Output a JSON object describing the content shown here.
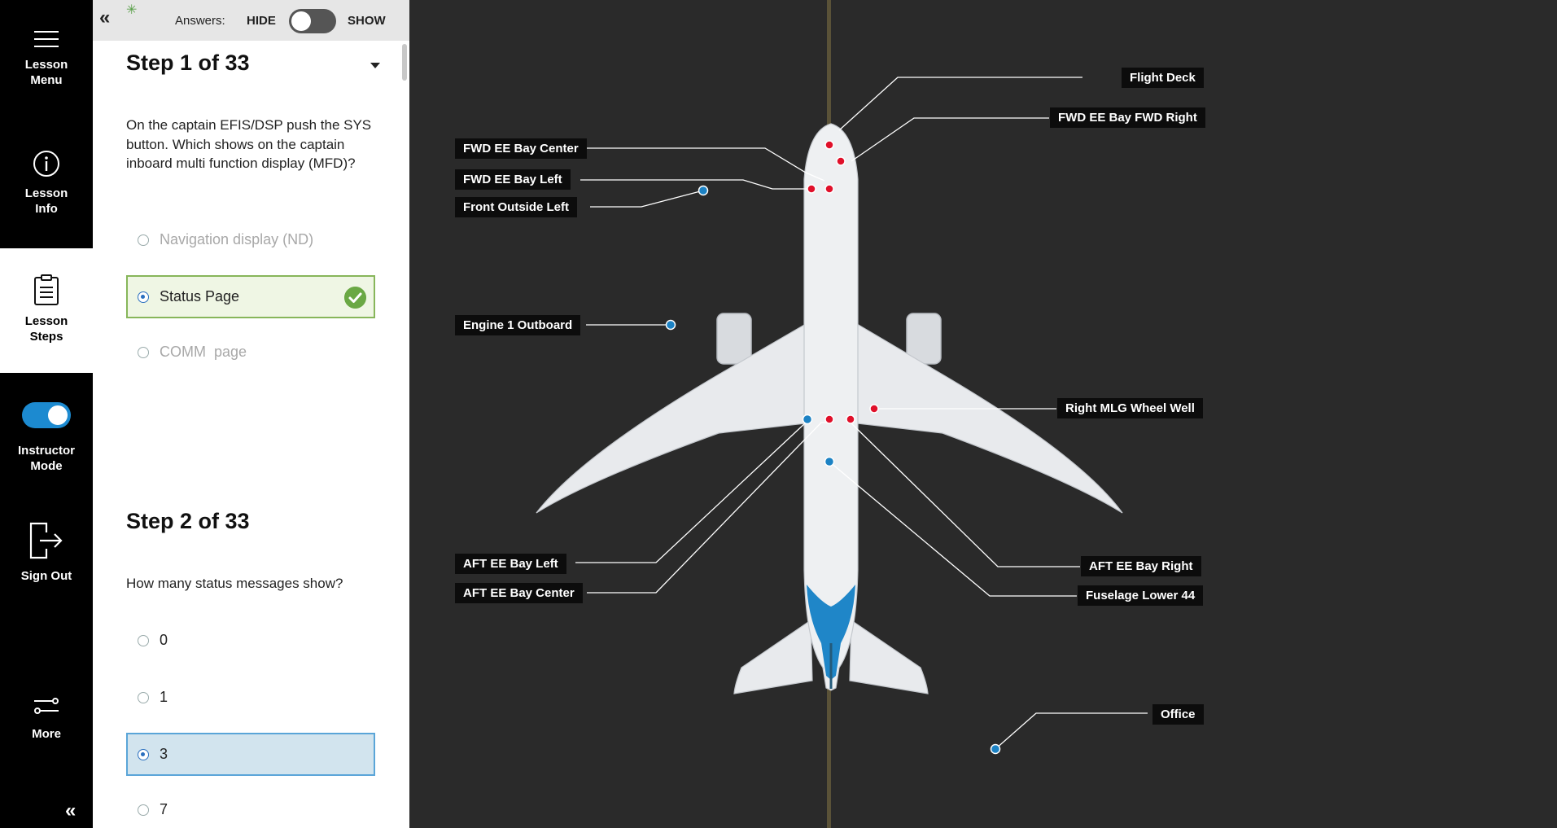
{
  "nav": {
    "menu_label": "Lesson\nMenu",
    "info_label": "Lesson\nInfo",
    "steps_label": "Lesson\nSteps",
    "instructor_label": "Instructor\nMode",
    "signout_label": "Sign Out",
    "more_label": "More",
    "collapse_glyph": "«",
    "instructor_mode_on": true
  },
  "topbar": {
    "collapse_glyph": "«",
    "answers_label": "Answers:",
    "hide_label": "HIDE",
    "show_label": "SHOW",
    "show_answers": false
  },
  "steps": [
    {
      "title": "Step 1 of 33",
      "question": "On the captain EFIS/DSP push the SYS button. Which shows on the captain inboard multi function display (MFD)?",
      "options": [
        {
          "label": "Navigation display (ND)",
          "state": "dim"
        },
        {
          "label": "Status Page",
          "state": "correct"
        },
        {
          "label": "COMM  page",
          "state": "dim"
        }
      ]
    },
    {
      "title": "Step 2 of 33",
      "question": "How many status messages show?",
      "options": [
        {
          "label": "0",
          "state": "normal"
        },
        {
          "label": "1",
          "state": "normal"
        },
        {
          "label": "3",
          "state": "selected"
        },
        {
          "label": "7",
          "state": "normal"
        }
      ]
    }
  ],
  "map": {
    "labels": {
      "flight_deck": "Flight Deck",
      "fwd_ee_bay_fwd_right": "FWD EE Bay FWD Right",
      "fwd_ee_bay_center": "FWD EE Bay Center",
      "fwd_ee_bay_left": "FWD EE Bay Left",
      "front_outside_left": "Front Outside Left",
      "engine_1_outboard": "Engine 1 Outboard",
      "right_mlg_wheel_well": "Right MLG Wheel Well",
      "aft_ee_bay_left": "AFT EE Bay Left",
      "aft_ee_bay_center": "AFT EE Bay Center",
      "aft_ee_bay_right": "AFT EE Bay Right",
      "fuselage_lower_44": "Fuselage Lower 44",
      "office": "Office"
    },
    "colors": {
      "interior_point": "#e0102a",
      "exterior_point": "#1c82c4",
      "background": "#2a2a2a"
    }
  }
}
